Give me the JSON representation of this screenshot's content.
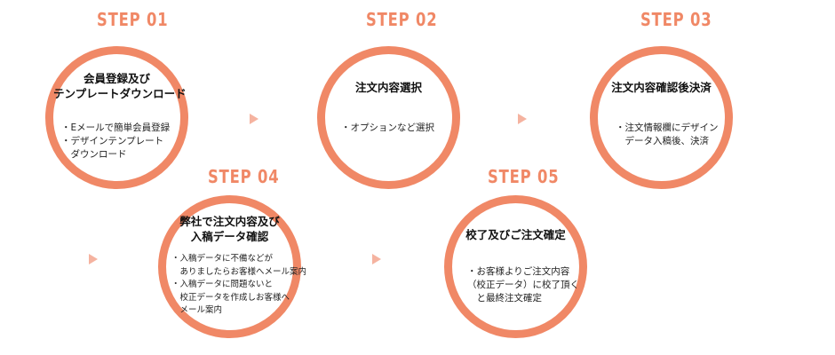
{
  "steps": [
    {
      "label": "STEP 01",
      "title": [
        "会員登録及び",
        "テンプレートダウンロード"
      ],
      "items": [
        "・Eメールで簡単会員登録",
        "・デザインテンプレート",
        "　ダウンロード"
      ]
    },
    {
      "label": "STEP 02",
      "title": [
        "注文内容選択"
      ],
      "items": [
        "・オプションなど選択"
      ]
    },
    {
      "label": "STEP 03",
      "title": [
        "注文内容確認後決済"
      ],
      "items": [
        "・注文情報欄にデザイン",
        "　データ入稿後、決済"
      ]
    },
    {
      "label": "STEP 04",
      "title": [
        "弊社で注文内容及び",
        "入稿データ確認"
      ],
      "items": [
        "・入稿データに不備などが",
        "　ありましたらお客様へメール案内",
        "・入稿データに問題ないと",
        "　校正データを作成しお客様へ",
        "　メール案内"
      ]
    },
    {
      "label": "STEP 05",
      "title": [
        "校了及びご注文確定"
      ],
      "items": [
        "・お客様よりご注文内容",
        "（校正データ）に校了頂く",
        "　と最終注文確定"
      ]
    }
  ],
  "colors": {
    "accent": "#f08866",
    "arrow": "#f5b3a0"
  },
  "icons": [
    "arrow-right-icon"
  ]
}
